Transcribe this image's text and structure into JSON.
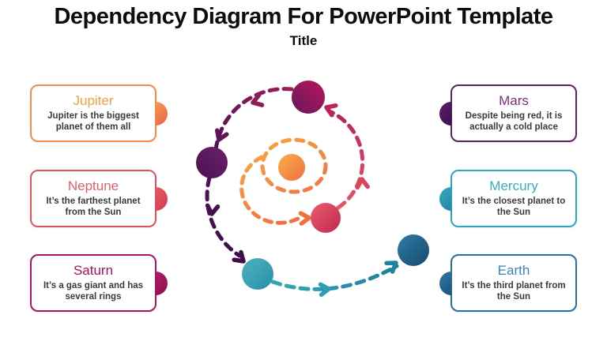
{
  "header": {
    "title": "Dependency Diagram For PowerPoint Template",
    "subtitle": "Title"
  },
  "boxes": [
    {
      "id": "jupiter",
      "side": "left",
      "title": "Jupiter",
      "description": "Jupiter is the biggest planet of them all"
    },
    {
      "id": "neptune",
      "side": "left",
      "title": "Neptune",
      "description": "It’s the farthest planet from the Sun"
    },
    {
      "id": "saturn",
      "side": "left",
      "title": "Saturn",
      "description": "It’s a gas giant and has several rings"
    },
    {
      "id": "mars",
      "side": "right",
      "title": "Mars",
      "description": "Despite being red, it is actually a cold place"
    },
    {
      "id": "mercury",
      "side": "right",
      "title": "Mercury",
      "description": "It’s the closest planet to the Sun"
    },
    {
      "id": "earth",
      "side": "right",
      "title": "Earth",
      "description": "It’s the third planet from the Sun"
    }
  ],
  "colors": {
    "jupiter_accent": "#F2A13E",
    "neptune_accent": "#E25E69",
    "saturn_accent": "#A8125F",
    "mars_accent": "#7C2E81",
    "mercury_accent": "#3BAAC3",
    "earth_accent": "#3787BF",
    "sun_dot": "#F79A3E",
    "red_dot": "#D5455C",
    "magenta_dot": "#B5125C",
    "purple_dot": "#5C1A5F",
    "teal_dot": "#35A3B8",
    "navy_dot": "#1E5E8C",
    "text_dark": "#3A3A3A",
    "title_color": "#0D0D0D"
  }
}
